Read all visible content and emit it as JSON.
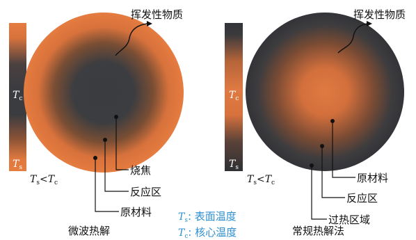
{
  "left_panel": {
    "volatile_label": "挥发性物质",
    "bar_label_center": {
      "symbol": "T",
      "subscript": "c"
    },
    "bar_label_bottom": {
      "symbol": "T",
      "subscript": "s"
    },
    "relation": {
      "lhs": "T",
      "lhs_sub": "s",
      "op": "<",
      "rhs": "T",
      "rhs_sub": "c"
    },
    "callouts": [
      "烧焦",
      "反应区",
      "原材料"
    ],
    "caption": "微波热解"
  },
  "right_panel": {
    "volatile_label": "挥发性物质",
    "bar_label_center": {
      "symbol": "T",
      "subscript": "c"
    },
    "bar_label_bottom": {
      "symbol": "T",
      "subscript": "s"
    },
    "relation": {
      "lhs": "T",
      "lhs_sub": "s",
      "op": "<",
      "rhs": "T",
      "rhs_sub": "c"
    },
    "callouts": [
      "原材料",
      "反应区",
      "过热区域"
    ],
    "caption": "常规热解法"
  },
  "legend": {
    "ts": {
      "symbol": "T",
      "subscript": "s",
      "text": ": 表面温度"
    },
    "tc": {
      "symbol": "T",
      "subscript": "c",
      "text": ": 核心温度"
    }
  },
  "colors": {
    "orange": "#e0773f",
    "dark": "#3a3c40",
    "legend_text": "#2e8fd0",
    "ink": "#111111"
  }
}
